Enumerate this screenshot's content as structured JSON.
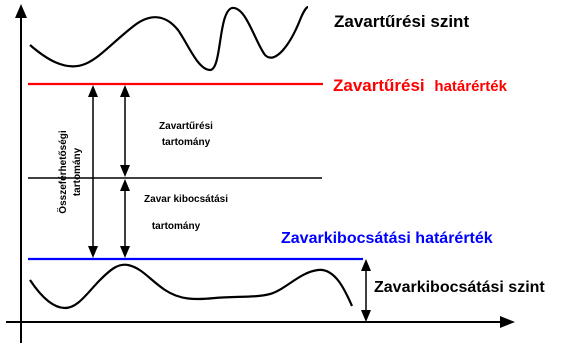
{
  "labels": {
    "immunity_level": "Zavartűrési szint",
    "immunity_limit_part1": "Zavartűrési",
    "immunity_limit_part2": "határérték",
    "compatibility_range_line1": "Összeférhetőségi",
    "compatibility_range_line2": "tartomány",
    "immunity_range_line1": "Zavartűrési",
    "immunity_range_line2": "tartomány",
    "emission_range_line1": "Zavar kibocsátási",
    "emission_range_line2": "tartomány",
    "emission_limit": "Zavarkibocsátási határérték",
    "emission_level": "Zavarkibocsátási szint"
  },
  "colors": {
    "immunity_limit": "#ff0000",
    "emission_limit": "#0000ff",
    "lines": "#000000",
    "background": "#ffffff"
  }
}
